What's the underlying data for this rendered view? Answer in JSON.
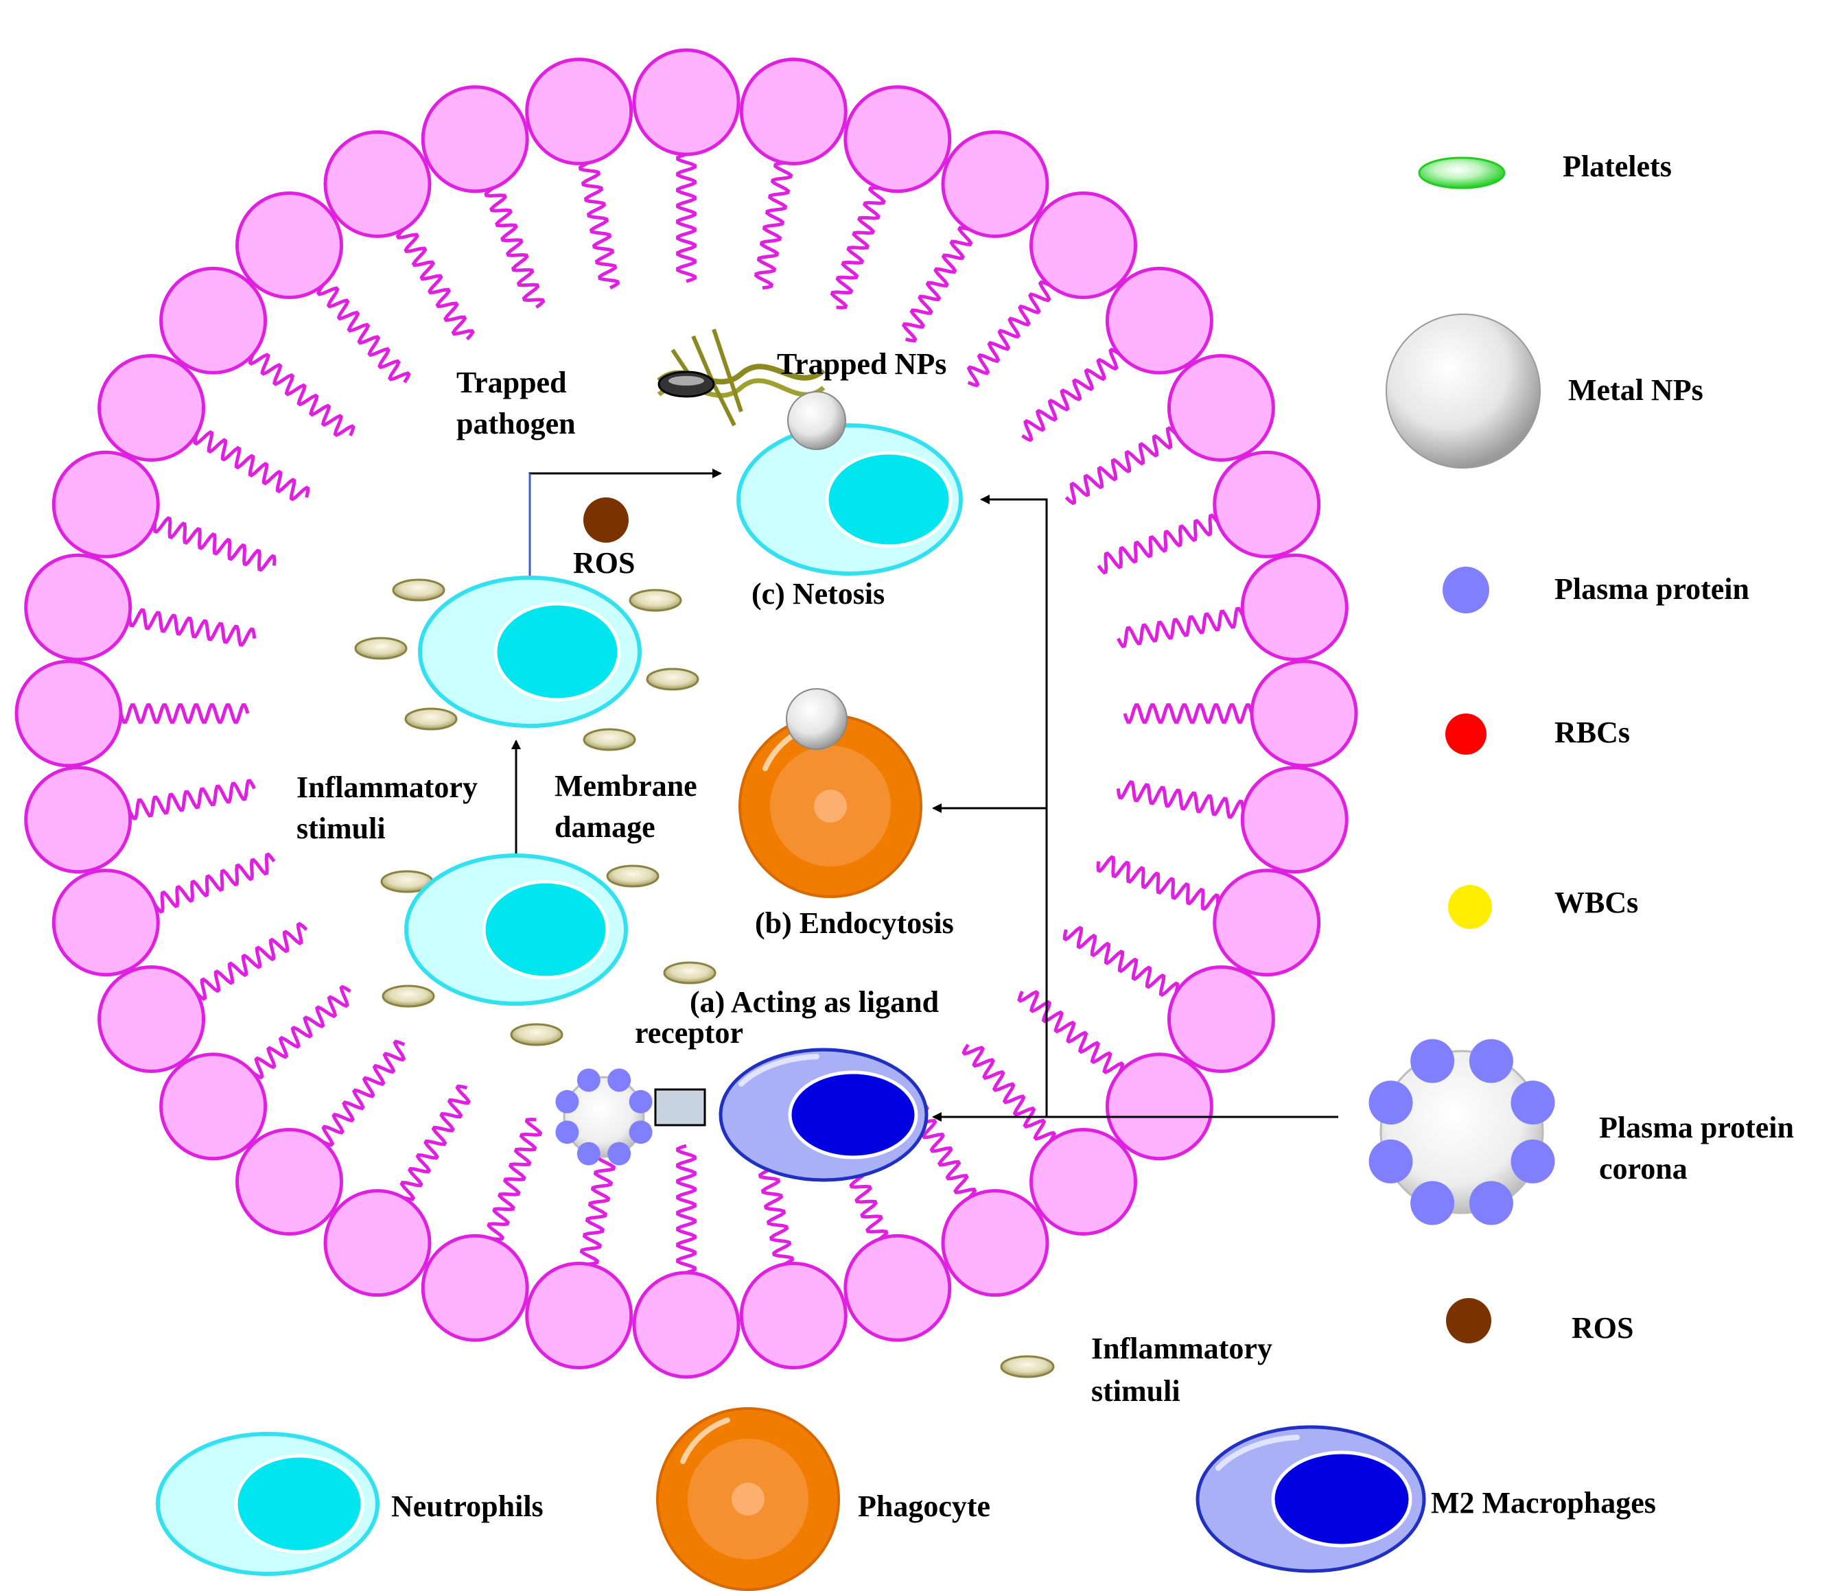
{
  "labels": {
    "trapped_pathogen_1": "Trapped",
    "trapped_pathogen_2": "pathogen",
    "trapped_nps": "Trapped NPs",
    "ros_center": "ROS",
    "netosis": "(c) Netosis",
    "inflammatory_center_1": "Inflammatory",
    "inflammatory_center_2": "stimuli",
    "membrane_damage_1": "Membrane",
    "membrane_damage_2": "damage",
    "endocytosis": "(b) Endocytosis",
    "ligand_1": "(a) Acting as ligand",
    "ligand_2": "receptor",
    "inflammatory_bottom_1": "Inflammatory",
    "inflammatory_bottom_2": "stimuli"
  },
  "legend": {
    "platelets": "Platelets",
    "metal_nps": "Metal NPs",
    "plasma_protein": "Plasma protein",
    "rbcs": "RBCs",
    "wbcs": "WBCs",
    "corona_1": "Plasma protein",
    "corona_2": "corona",
    "ros": "ROS"
  },
  "bottom_legend": {
    "neutrophils": "Neutrophils",
    "phagocyte": "Phagocyte",
    "m2_macrophages": "M2 Macrophages"
  },
  "colors": {
    "lipid_head": "#ffb3ff",
    "lipid_stroke": "#e020e0",
    "neutrophil_body": "#ccffff",
    "neutrophil_nucleus": "#00e5ee",
    "neutrophil_stroke": "#33e0f0",
    "phagocyte": "#f07d00",
    "macrophage_body": "#aab0f5",
    "macrophage_nucleus": "#0000e0",
    "macrophage_stroke": "#2030c0",
    "platelet": "#44dd44",
    "plasma_protein": "#8080ff",
    "rbc": "#ff0000",
    "wbc": "#ffee00",
    "ros": "#7a3300",
    "stimuli": "#a8a070"
  }
}
